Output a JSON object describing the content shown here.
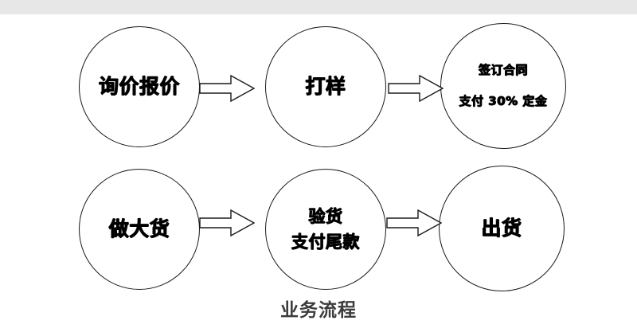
{
  "diagram": {
    "caption": "业务流程",
    "accent_color": "#000000",
    "caption_color": "#3c3c3c",
    "band_color": "#e7e7e7",
    "nodes": [
      {
        "id": "inquiry",
        "line1": "询价报价",
        "line2": ""
      },
      {
        "id": "sample",
        "line1": "打样",
        "line2": ""
      },
      {
        "id": "contract",
        "line1": "签订合同",
        "line2": "支付 30% 定金"
      },
      {
        "id": "bulk",
        "line1": "做大货",
        "line2": ""
      },
      {
        "id": "inspect",
        "line1": "验货",
        "line2": "支付尾款"
      },
      {
        "id": "ship",
        "line1": "出货",
        "line2": ""
      }
    ],
    "arrows": [
      {
        "id": "arrow-1",
        "from": "inquiry",
        "to": "sample",
        "direction": "right"
      },
      {
        "id": "arrow-2",
        "from": "sample",
        "to": "contract",
        "direction": "right"
      },
      {
        "id": "arrow-3",
        "from": "bulk",
        "to": "inspect",
        "direction": "right"
      },
      {
        "id": "arrow-4",
        "from": "inspect",
        "to": "ship",
        "direction": "right"
      }
    ]
  }
}
